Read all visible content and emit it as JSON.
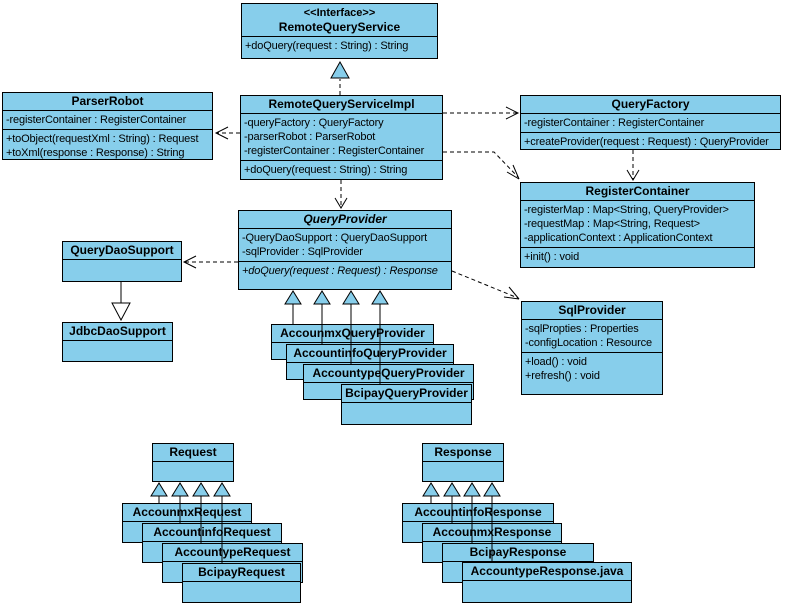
{
  "colors": {
    "box_fill": "#87CEEB",
    "box_border": "#000000",
    "canvas": "#FFFFFF"
  },
  "classes": {
    "remote_query_service": {
      "stereotype": "<<Interface>>",
      "name": "RemoteQueryService",
      "methods": [
        "+doQuery(request : String) : String"
      ]
    },
    "parser_robot": {
      "name": "ParserRobot",
      "attributes": [
        "-registerContainer : RegisterContainer"
      ],
      "methods": [
        "+toObject(requestXml : String) : Request",
        "+toXml(response : Response) : String"
      ]
    },
    "remote_query_service_impl": {
      "name": "RemoteQueryServiceImpl",
      "attributes": [
        "-queryFactory : QueryFactory",
        "-parserRobot : ParserRobot",
        "-registerContainer : RegisterContainer"
      ],
      "methods": [
        "+doQuery(request : String) : String"
      ]
    },
    "query_factory": {
      "name": "QueryFactory",
      "attributes": [
        "-registerContainer : RegisterContainer"
      ],
      "methods": [
        "+createProvider(request : Request) : QueryProvider"
      ]
    },
    "register_container": {
      "name": "RegisterContainer",
      "attributes": [
        "-registerMap : Map<String, QueryProvider>",
        "-requestMap : Map<String, Request>",
        "-applicationContext : ApplicationContext"
      ],
      "methods": [
        "+init() : void"
      ]
    },
    "query_provider": {
      "name": "QueryProvider",
      "attributes": [
        "-QueryDaoSupport : QueryDaoSupport",
        "-sqlProvider : SqlProvider"
      ],
      "methods": [
        "+doQuery(request : Request) : Response"
      ]
    },
    "query_dao_support": {
      "name": "QueryDaoSupport"
    },
    "jdbc_dao_support": {
      "name": "JdbcDaoSupport"
    },
    "sql_provider": {
      "name": "SqlProvider",
      "attributes": [
        "-sqlPropties : Properties",
        "-configLocation : Resource"
      ],
      "methods": [
        "+load() : void",
        "+refresh() : void"
      ]
    },
    "accounmx_query_provider": {
      "name": "AccounmxQueryProvider"
    },
    "accountinfo_query_provider": {
      "name": "AccountinfoQueryProvider"
    },
    "accountype_query_provider": {
      "name": "AccountypeQueryProvider"
    },
    "bcipay_query_provider": {
      "name": "BcipayQueryProvider"
    },
    "request": {
      "name": "Request"
    },
    "accounmx_request": {
      "name": "AccounmxRequest"
    },
    "accountinfo_request": {
      "name": "AccountinfoRequest"
    },
    "accountype_request": {
      "name": "AccountypeRequest"
    },
    "bcipay_request": {
      "name": "BcipayRequest"
    },
    "response": {
      "name": "Response"
    },
    "accountinfo_response": {
      "name": "AccountinfoResponse"
    },
    "accounmx_response": {
      "name": "AccounmxResponse"
    },
    "bcipay_response": {
      "name": "BcipayResponse"
    },
    "accountype_response": {
      "name": "AccountypeResponse.java"
    }
  },
  "relationships": [
    {
      "from": "RemoteQueryServiceImpl",
      "to": "RemoteQueryService",
      "type": "realization"
    },
    {
      "from": "RemoteQueryServiceImpl",
      "to": "ParserRobot",
      "type": "dependency"
    },
    {
      "from": "RemoteQueryServiceImpl",
      "to": "QueryFactory",
      "type": "dependency"
    },
    {
      "from": "RemoteQueryServiceImpl",
      "to": "RegisterContainer",
      "type": "dependency"
    },
    {
      "from": "RemoteQueryServiceImpl",
      "to": "QueryProvider",
      "type": "dependency"
    },
    {
      "from": "QueryFactory",
      "to": "RegisterContainer",
      "type": "dependency"
    },
    {
      "from": "QueryProvider",
      "to": "QueryDaoSupport",
      "type": "dependency"
    },
    {
      "from": "QueryProvider",
      "to": "SqlProvider",
      "type": "dependency"
    },
    {
      "from": "QueryDaoSupport",
      "to": "JdbcDaoSupport",
      "type": "generalization-arrow-at-target"
    },
    {
      "from": "AccounmxQueryProvider",
      "to": "QueryProvider",
      "type": "generalization"
    },
    {
      "from": "AccountinfoQueryProvider",
      "to": "QueryProvider",
      "type": "generalization"
    },
    {
      "from": "AccountypeQueryProvider",
      "to": "QueryProvider",
      "type": "generalization"
    },
    {
      "from": "BcipayQueryProvider",
      "to": "QueryProvider",
      "type": "generalization"
    },
    {
      "from": "AccounmxRequest",
      "to": "Request",
      "type": "generalization"
    },
    {
      "from": "AccountinfoRequest",
      "to": "Request",
      "type": "generalization"
    },
    {
      "from": "AccountypeRequest",
      "to": "Request",
      "type": "generalization"
    },
    {
      "from": "BcipayRequest",
      "to": "Request",
      "type": "generalization"
    },
    {
      "from": "AccountinfoResponse",
      "to": "Response",
      "type": "generalization"
    },
    {
      "from": "AccounmxResponse",
      "to": "Response",
      "type": "generalization"
    },
    {
      "from": "BcipayResponse",
      "to": "Response",
      "type": "generalization"
    },
    {
      "from": "AccountypeResponse.java",
      "to": "Response",
      "type": "generalization"
    }
  ]
}
